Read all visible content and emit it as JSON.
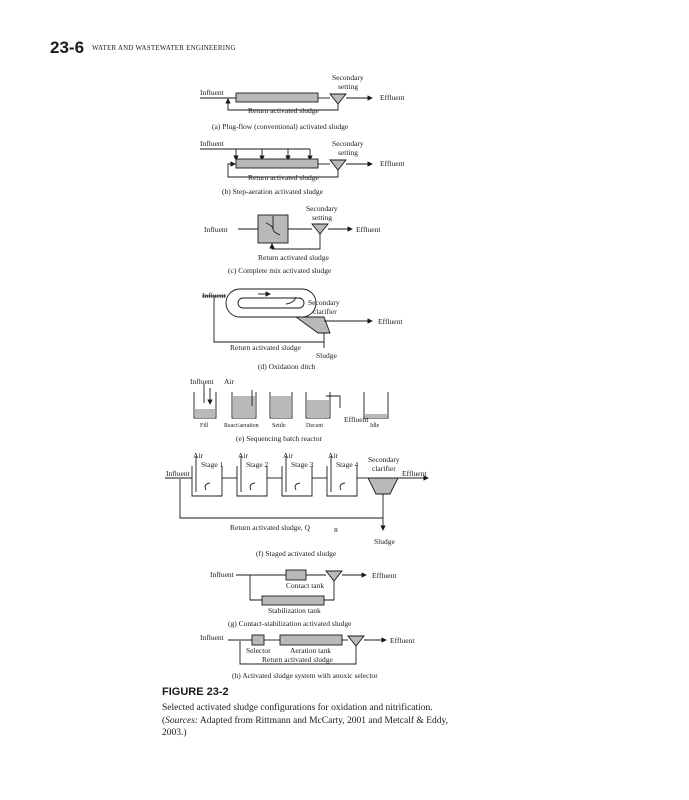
{
  "header": {
    "page_number": "23-6",
    "running_title": "WATER AND WASTEWATER ENGINEERING"
  },
  "labels": {
    "influent": "Influent",
    "effluent": "Effluent",
    "secondary": "Secondary",
    "setting": "setting",
    "clarifier": "clarifier",
    "return_sludge": "Return activated sludge",
    "return_sludge_q": "Return activated sludge, Q",
    "return_sludge_q_sub": "R",
    "sludge": "Sludge",
    "air": "Air",
    "contact_tank": "Contact tank",
    "stabilization_tank": "Stabilization tank",
    "selector": "Selector",
    "aeration_tank": "Aeration tank"
  },
  "sbr_steps": [
    "Fill",
    "React/aeration",
    "Settle",
    "Decant",
    "Idle"
  ],
  "stages": [
    "Stage 1",
    "Stage 2",
    "Stage 3",
    "Stage 4"
  ],
  "captions": {
    "a": "(a) Plug-flow (conventional) activated sludge",
    "b": "(b) Step-aeration activated sludge",
    "c": "(c) Complete mix activated sludge",
    "d": "(d) Oxidation ditch",
    "e": "(e) Sequencing batch reactor",
    "f": "(f) Staged activated sludge",
    "g": "(g) Contact-stabilization activated sludge",
    "h": "(h) Activated sludge system with anoxic selector"
  },
  "figure": {
    "label": "FIGURE 23-2",
    "caption_main": "Selected activated sludge configurations for oxidation and nitrification.",
    "caption_sources_label": "Sources:",
    "caption_sources_text": " Adapted from Rittmann and McCarty, 2001 and Metcalf & Eddy, 2003.)",
    "caption_open": "("
  }
}
